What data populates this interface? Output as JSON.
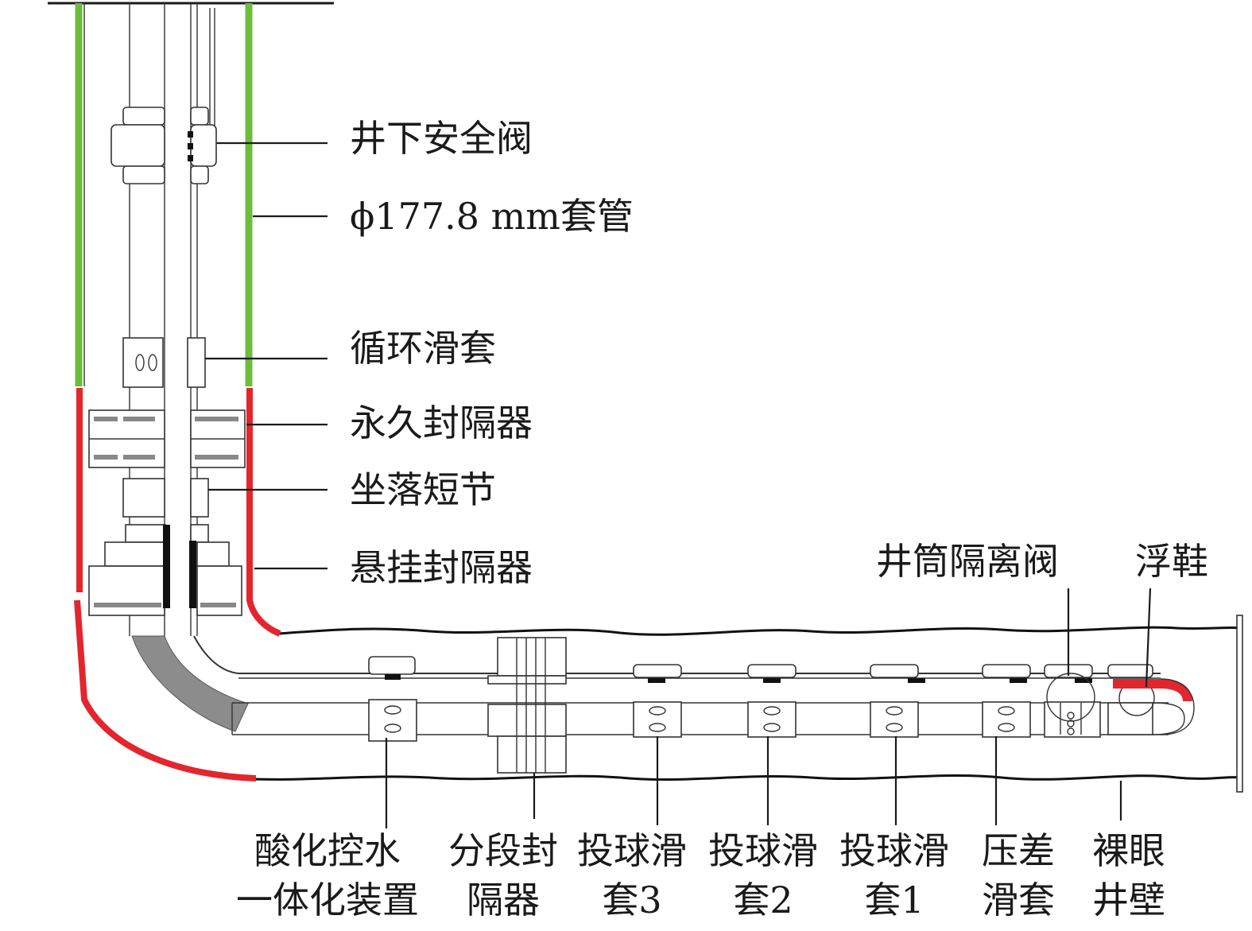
{
  "colors": {
    "casing": "#6cbd3a",
    "liner": "#e3262e",
    "formation": "#111111",
    "cement": "#8c8c8c"
  },
  "labels": {
    "subsurface_safety_valve": "井下安全阀",
    "casing": "ϕ177.8 mm套管",
    "circulating_sleeve": "循环滑套",
    "permanent_packer": "永久封隔器",
    "landing_nipple": "坐落短节",
    "liner_hanger_packer": "悬挂封隔器",
    "isolation_valve": "井筒隔离阀",
    "float_shoe": "浮鞋"
  },
  "bottom_labels": [
    {
      "line1": "酸化控水",
      "line2": "一体化装置"
    },
    {
      "line1": "分段封",
      "line2": "隔器"
    },
    {
      "line1": "投球滑",
      "line2": "套3"
    },
    {
      "line1": "投球滑",
      "line2": "套2"
    },
    {
      "line1": "投球滑",
      "line2": "套1"
    },
    {
      "line1": "压差",
      "line2": "滑套"
    },
    {
      "line1": "裸眼",
      "line2": "井壁"
    }
  ]
}
